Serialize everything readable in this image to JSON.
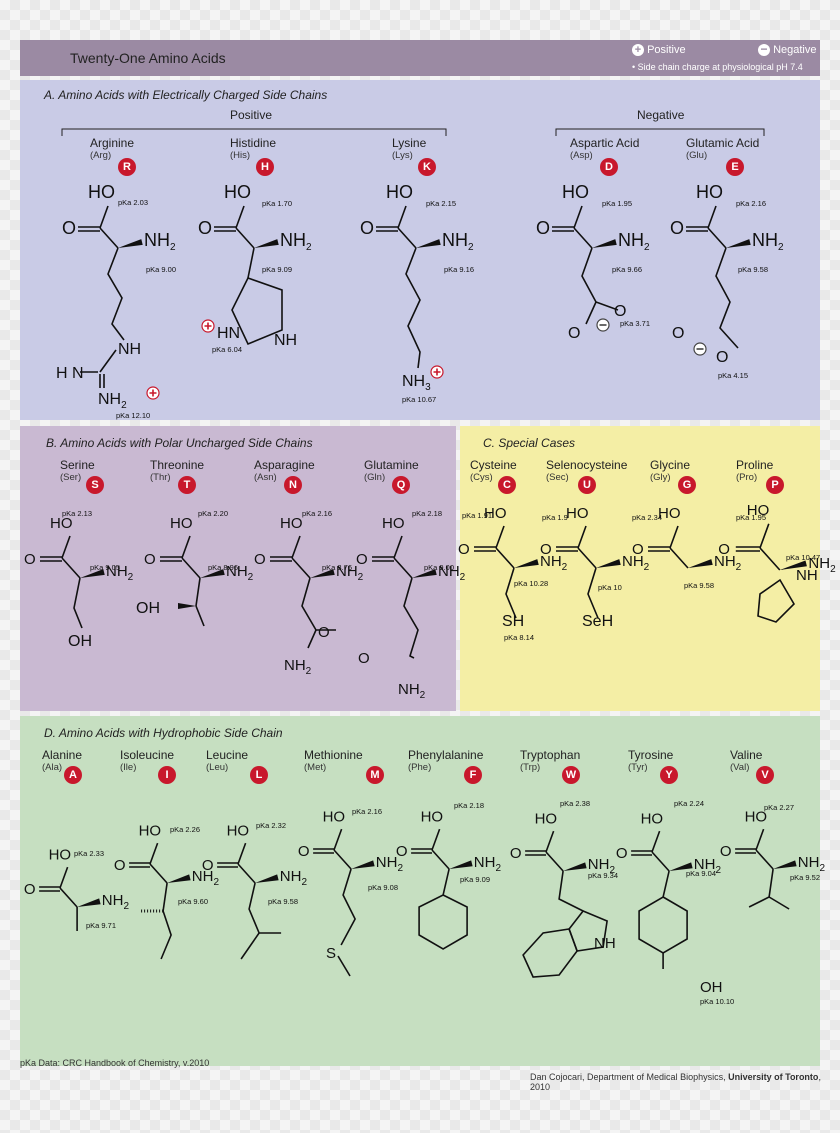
{
  "title": "Twenty-One Amino Acids",
  "legend": {
    "positive": "Positive",
    "negative": "Negative",
    "note": "• Side chain charge at physiological pH 7.4"
  },
  "sections": {
    "a": "A.   Amino Acids with Electrically Charged Side Chains",
    "b": "B.   Amino Acids with Polar Uncharged Side Chains",
    "c": "C.   Special Cases",
    "d": "D.   Amino Acids with Hydrophobic Side Chain"
  },
  "groups": {
    "positive": "Positive",
    "negative": "Negative"
  },
  "amino_acids": [
    {
      "name": "Arginine",
      "abbr": "(Arg)",
      "code": "R"
    },
    {
      "name": "Histidine",
      "abbr": "(His)",
      "code": "H"
    },
    {
      "name": "Lysine",
      "abbr": "(Lys)",
      "code": "K"
    },
    {
      "name": "Aspartic Acid",
      "abbr": "(Asp)",
      "code": "D"
    },
    {
      "name": "Glutamic Acid",
      "abbr": "(Glu)",
      "code": "E"
    },
    {
      "name": "Serine",
      "abbr": "(Ser)",
      "code": "S"
    },
    {
      "name": "Threonine",
      "abbr": "(Thr)",
      "code": "T"
    },
    {
      "name": "Asparagine",
      "abbr": "(Asn)",
      "code": "N"
    },
    {
      "name": "Glutamine",
      "abbr": "(Gln)",
      "code": "Q"
    },
    {
      "name": "Cysteine",
      "abbr": "(Cys)",
      "code": "C"
    },
    {
      "name": "Selenocysteine",
      "abbr": "(Sec)",
      "code": "U"
    },
    {
      "name": "Glycine",
      "abbr": "(Gly)",
      "code": "G"
    },
    {
      "name": "Proline",
      "abbr": "(Pro)",
      "code": "P"
    },
    {
      "name": "Alanine",
      "abbr": "(Ala)",
      "code": "A"
    },
    {
      "name": "Isoleucine",
      "abbr": "(Ile)",
      "code": "I"
    },
    {
      "name": "Leucine",
      "abbr": "(Leu)",
      "code": "L"
    },
    {
      "name": "Methionine",
      "abbr": "(Met)",
      "code": "M"
    },
    {
      "name": "Phenylalanine",
      "abbr": "(Phe)",
      "code": "F"
    },
    {
      "name": "Tryptophan",
      "abbr": "(Trp)",
      "code": "W"
    },
    {
      "name": "Tyrosine",
      "abbr": "(Tyr)",
      "code": "Y"
    },
    {
      "name": "Valine",
      "abbr": "(Val)",
      "code": "V"
    }
  ],
  "pka": {
    "arg": [
      "pKa 2.03",
      "pKa 9.00",
      "pKa 12.10"
    ],
    "his": [
      "pKa 1.70",
      "pKa 9.09",
      "pKa 6.04"
    ],
    "lys": [
      "pKa 2.15",
      "pKa 9.16",
      "pKa 10.67"
    ],
    "asp": [
      "pKa 1.95",
      "pKa 9.66",
      "pKa 3.71"
    ],
    "glu": [
      "pKa 2.16",
      "pKa 9.58",
      "pKa 4.15"
    ],
    "ser": [
      "pKa 2.13",
      "pKa 9.05"
    ],
    "thr": [
      "pKa 2.20",
      "pKa 8.96"
    ],
    "asn": [
      "pKa 2.16",
      "pKa 8.76"
    ],
    "gln": [
      "pKa 2.18",
      "pKa 9.00"
    ],
    "cys": [
      "pKa 1.91",
      "pKa 10.28",
      "pKa 8.14"
    ],
    "sec": [
      "pKa 1.9",
      "pKa 10"
    ],
    "gly": [
      "pKa 2.34",
      "pKa 9.58"
    ],
    "pro": [
      "pKa 1.95",
      "pKa 10.47"
    ],
    "ala": [
      "pKa 2.33",
      "pKa 9.71"
    ],
    "ile": [
      "pKa 2.26",
      "pKa 9.60"
    ],
    "leu": [
      "pKa 2.32",
      "pKa 9.58"
    ],
    "met": [
      "pKa 2.16",
      "pKa 9.08"
    ],
    "phe": [
      "pKa 2.18",
      "pKa 9.09"
    ],
    "trp": [
      "pKa 2.38",
      "pKa 9.34"
    ],
    "tyr": [
      "pKa 2.24",
      "pKa 9.04",
      "pKa 10.10"
    ],
    "val": [
      "pKa 2.27",
      "pKa 9.52"
    ]
  },
  "atoms": {
    "ho": "HO",
    "o": "O",
    "nh2": "NH",
    "sub2": "2",
    "sub3": "3",
    "nh": "NH",
    "hn": "HN",
    "h2n": "H N",
    "oh": "OH",
    "sh": "SH",
    "seh": "SeH",
    "s": "S"
  },
  "footer": {
    "source": "pKa Data: CRC Handbook of Chemistry, v.2010",
    "credit_prefix": "Dan Cojocari, Department of Medical Biophysics, ",
    "credit_org": "University of Toronto",
    "credit_suffix": ", 2010"
  },
  "colors": {
    "badge": "#c8182c",
    "panel_a": "#c9cbe6",
    "panel_b": "#c9b9d2",
    "panel_c": "#f4eea5",
    "panel_d": "#c6dfc1",
    "title_bar": "#9b8aa3"
  }
}
